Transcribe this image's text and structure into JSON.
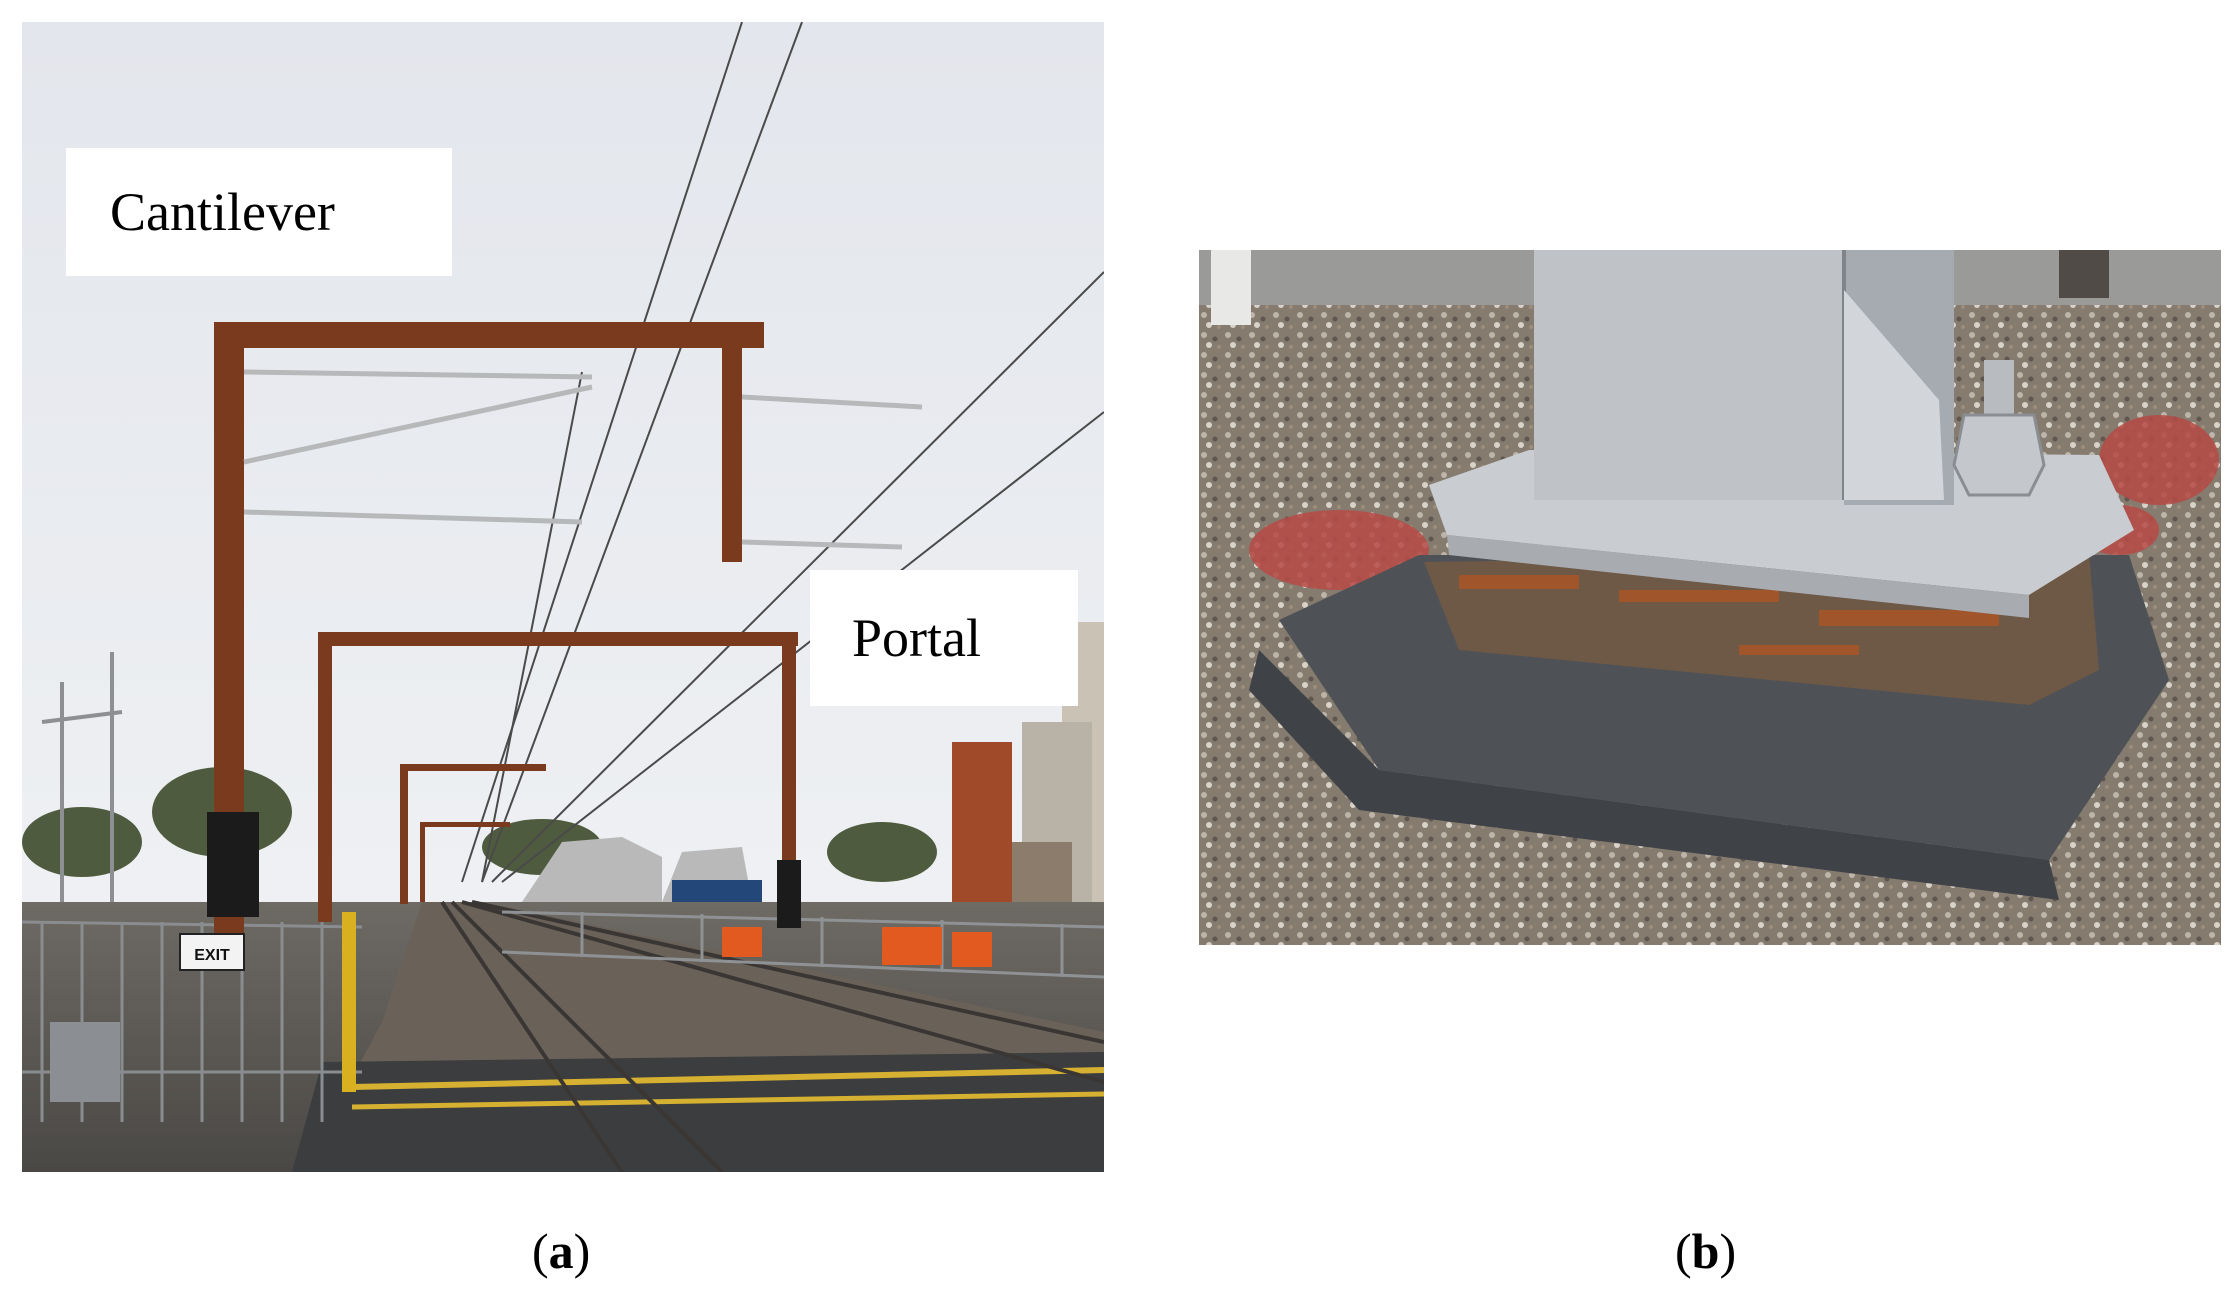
{
  "labels": {
    "cantilever": "Cantilever",
    "portal": "Portal"
  },
  "captions": {
    "a_open": "(",
    "a_letter": "a",
    "a_close": ")",
    "b_open": "(",
    "b_letter": "b",
    "b_close": ")"
  },
  "sign": {
    "exit": "EXIT"
  },
  "colors": {
    "sky": "#e6e9ee",
    "rust": "#7a3a1e",
    "steel_paint": "#c9ccd0",
    "gravel": "#8f8578",
    "concrete": "#55595e"
  }
}
